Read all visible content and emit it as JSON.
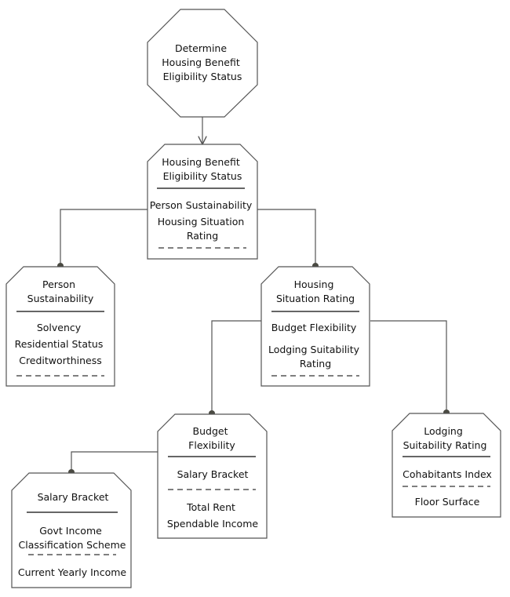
{
  "goal": {
    "lines": [
      "Determine",
      "Housing Benefit",
      "Eligibility Status"
    ]
  },
  "nodes": {
    "hbes": {
      "title": [
        "Housing Benefit",
        "Eligibility Status"
      ],
      "items": [
        "Person Sustainability",
        "Housing Situation",
        "Rating"
      ]
    },
    "person": {
      "title": [
        "Person",
        "Sustainability"
      ],
      "items": [
        "Solvency",
        "Residential Status",
        "Creditworthiness"
      ]
    },
    "housing": {
      "title": [
        "Housing",
        "Situation Rating"
      ],
      "items": [
        "Budget Flexibility",
        "Lodging Suitability",
        "Rating"
      ]
    },
    "budget": {
      "title": [
        "Budget",
        "Flexibility"
      ],
      "items": [
        "Salary Bracket"
      ],
      "items2": [
        "Total Rent",
        "Spendable Income"
      ]
    },
    "lodging": {
      "title": [
        "Lodging",
        "Suitability Rating"
      ],
      "items": [
        "Cohabitants Index"
      ],
      "items2": [
        "Floor Surface"
      ]
    },
    "salary": {
      "title": [
        "Salary Bracket"
      ],
      "items": [
        "Govt Income",
        "Classification Scheme"
      ],
      "items2": [
        "Current Yearly Income"
      ]
    }
  }
}
